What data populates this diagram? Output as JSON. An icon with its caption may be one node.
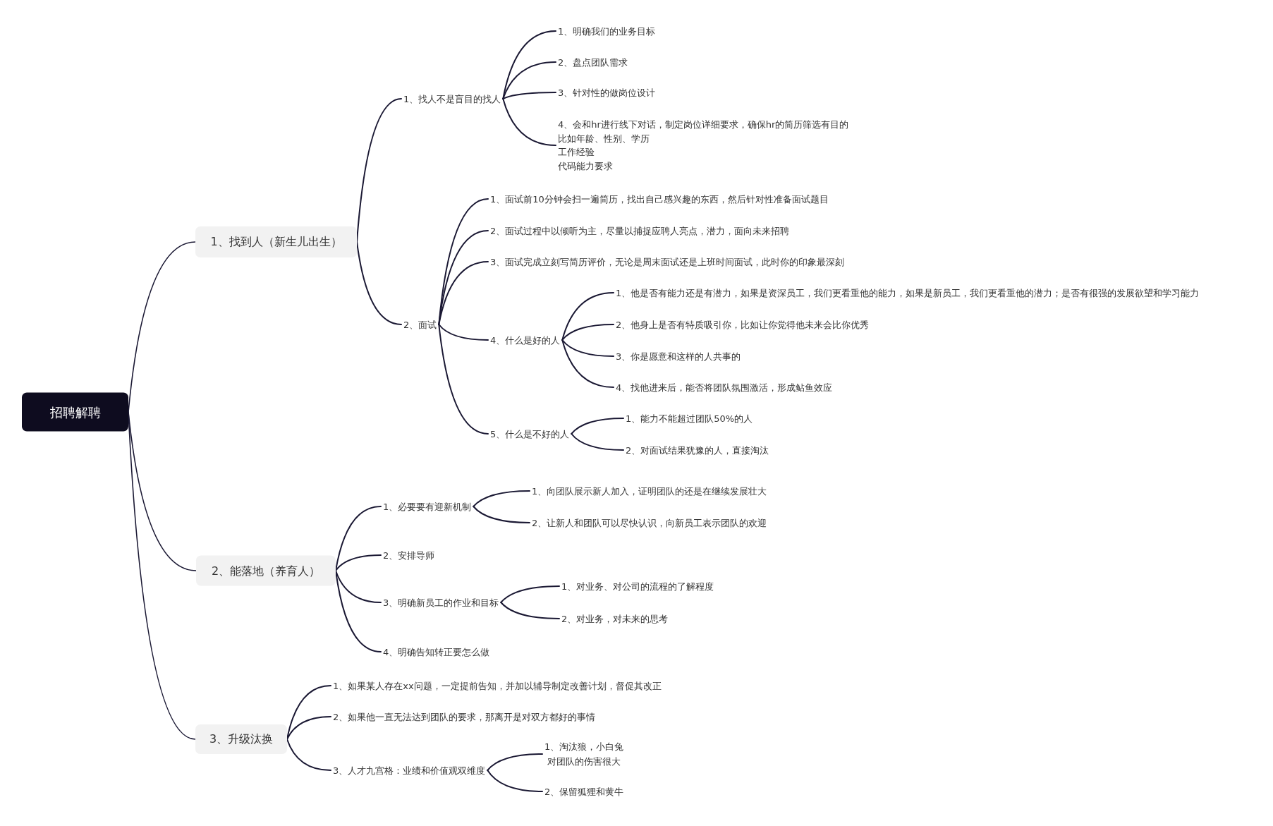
{
  "diagram": {
    "nodes": [
      {
        "text": [
          "招聘解聘"
        ]
      },
      {
        "text": [
          "1、找到人（新生儿出生）"
        ]
      },
      {
        "text": [
          "1、找人不是盲目的找人"
        ]
      },
      {
        "text": [
          "1、明确我们的业务目标"
        ]
      },
      {
        "text": [
          "2、盘点团队需求"
        ]
      },
      {
        "text": [
          "3、针对性的做岗位设计"
        ]
      },
      {
        "text": [
          "4、会和hr进行线下对话，制定岗位详细要求，确保hr的简历筛选有目的",
          "比如年龄、性别、学历",
          "工作经验",
          "代码能力要求"
        ]
      },
      {
        "text": [
          "2、面试"
        ]
      },
      {
        "text": [
          "1、面试前10分钟会扫一遍简历，找出自己感兴趣的东西，然后针对性准备面试题目"
        ]
      },
      {
        "text": [
          "2、面试过程中以倾听为主，尽量以捕捉应聘人亮点，潜力，面向未来招聘"
        ]
      },
      {
        "text": [
          "3、面试完成立刻写简历评价，无论是周末面试还是上班时间面试，此时你的印象最深刻"
        ]
      },
      {
        "text": [
          "4、什么是好的人"
        ]
      },
      {
        "text": [
          "1、他是否有能力还是有潜力，如果是资深员工，我们更看重他的能力，如果是新员工，我们更看重他的潜力；是否有很强的发展欲望和学习能力"
        ]
      },
      {
        "text": [
          "2、他身上是否有特质吸引你，比如让你觉得他未来会比你优秀"
        ]
      },
      {
        "text": [
          "3、你是愿意和这样的人共事的"
        ]
      },
      {
        "text": [
          "4、找他进来后，能否将团队氛围激活，形成鲇鱼效应"
        ]
      },
      {
        "text": [
          "5、什么是不好的人"
        ]
      },
      {
        "text": [
          "1、能力不能超过团队50%的人"
        ]
      },
      {
        "text": [
          "2、对面试结果犹豫的人，直接淘汰"
        ]
      },
      {
        "text": [
          "2、能落地（养育人）"
        ]
      },
      {
        "text": [
          "1、必要要有迎新机制"
        ]
      },
      {
        "text": [
          "1、向团队展示新人加入，证明团队的还是在继续发展壮大"
        ]
      },
      {
        "text": [
          "2、让新人和团队可以尽快认识，向新员工表示团队的欢迎"
        ]
      },
      {
        "text": [
          "2、安排导师"
        ]
      },
      {
        "text": [
          "3、明确新员工的作业和目标"
        ]
      },
      {
        "text": [
          "1、对业务、对公司的流程的了解程度"
        ]
      },
      {
        "text": [
          "2、对业务，对未来的思考"
        ]
      },
      {
        "text": [
          "4、明确告知转正要怎么做"
        ]
      },
      {
        "text": [
          "3、升级汰换"
        ]
      },
      {
        "text": [
          "1、如果某人存在xx问题，一定提前告知，并加以辅导制定改善计划，督促其改正"
        ]
      },
      {
        "text": [
          "2、如果他一直无法达到团队的要求，那离开是对双方都好的事情"
        ]
      },
      {
        "text": [
          "3、人才九宫格：业绩和价值观双维度"
        ]
      },
      {
        "text": [
          "1、淘汰狼，小白兔",
          "对团队的伤害很大"
        ]
      },
      {
        "text": [
          "2、保留狐狸和黄牛"
        ]
      }
    ],
    "edges": [
      {
        "from": 0,
        "to": 1,
        "arrow": "none"
      },
      {
        "from": 1,
        "to": 2,
        "arrow": "none"
      },
      {
        "from": 2,
        "to": 3,
        "arrow": "none"
      },
      {
        "from": 2,
        "to": 4,
        "arrow": "none"
      },
      {
        "from": 2,
        "to": 5,
        "arrow": "none"
      },
      {
        "from": 2,
        "to": 6,
        "arrow": "none"
      },
      {
        "from": 1,
        "to": 7,
        "arrow": "none"
      },
      {
        "from": 7,
        "to": 8,
        "arrow": "none"
      },
      {
        "from": 7,
        "to": 9,
        "arrow": "none"
      },
      {
        "from": 7,
        "to": 10,
        "arrow": "none"
      },
      {
        "from": 7,
        "to": 11,
        "arrow": "none"
      },
      {
        "from": 11,
        "to": 12,
        "arrow": "none"
      },
      {
        "from": 11,
        "to": 13,
        "arrow": "none"
      },
      {
        "from": 11,
        "to": 14,
        "arrow": "none"
      },
      {
        "from": 11,
        "to": 15,
        "arrow": "none"
      },
      {
        "from": 7,
        "to": 16,
        "arrow": "none"
      },
      {
        "from": 16,
        "to": 17,
        "arrow": "none"
      },
      {
        "from": 16,
        "to": 18,
        "arrow": "none"
      },
      {
        "from": 0,
        "to": 19,
        "arrow": "none"
      },
      {
        "from": 19,
        "to": 20,
        "arrow": "none"
      },
      {
        "from": 20,
        "to": 21,
        "arrow": "none"
      },
      {
        "from": 20,
        "to": 22,
        "arrow": "none"
      },
      {
        "from": 19,
        "to": 23,
        "arrow": "none"
      },
      {
        "from": 19,
        "to": 24,
        "arrow": "none"
      },
      {
        "from": 24,
        "to": 25,
        "arrow": "none"
      },
      {
        "from": 24,
        "to": 26,
        "arrow": "none"
      },
      {
        "from": 19,
        "to": 27,
        "arrow": "none"
      },
      {
        "from": 0,
        "to": 28,
        "arrow": "none"
      },
      {
        "from": 28,
        "to": 29,
        "arrow": "none"
      },
      {
        "from": 28,
        "to": 30,
        "arrow": "none"
      },
      {
        "from": 28,
        "to": 31,
        "arrow": "none"
      },
      {
        "from": 31,
        "to": 32,
        "arrow": "none"
      },
      {
        "from": 31,
        "to": 33,
        "arrow": "none"
      }
    ]
  }
}
